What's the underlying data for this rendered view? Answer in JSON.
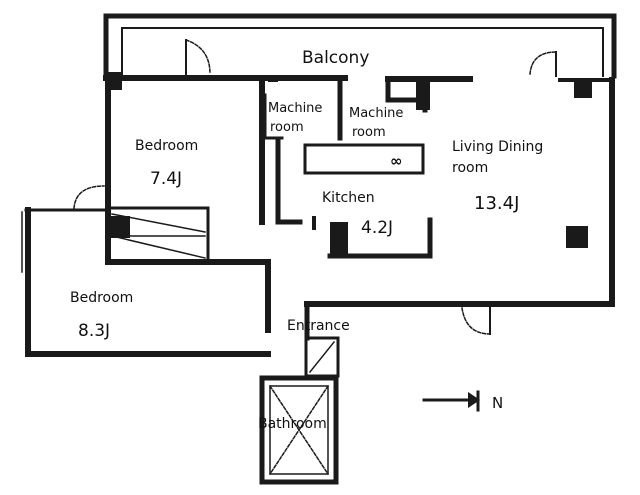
{
  "floorplan": {
    "rooms": [
      {
        "id": "balcony",
        "label": "Balcony"
      },
      {
        "id": "bedroom_north",
        "label": "Bedroom",
        "area": "7.4J"
      },
      {
        "id": "machine_room_left",
        "label_line1": "Machine",
        "label_line2": "room"
      },
      {
        "id": "machine_room_right",
        "label_line1": "Machine",
        "label_line2": "room"
      },
      {
        "id": "living_dining",
        "label_line1": "Living Dining",
        "label_line2": "room",
        "area": "13.4J"
      },
      {
        "id": "kitchen",
        "label": "Kitchen",
        "area": "4.2J"
      },
      {
        "id": "bedroom_south",
        "label": "Bedroom",
        "area": "8.3J"
      },
      {
        "id": "entrance",
        "label": "Entrance"
      },
      {
        "id": "bathroom",
        "label": "Bathroom"
      }
    ],
    "compass": {
      "label": "N"
    },
    "stove_symbol": "∞"
  },
  "colors": {
    "wall": "#1a1a1a",
    "background": "#ffffff"
  }
}
